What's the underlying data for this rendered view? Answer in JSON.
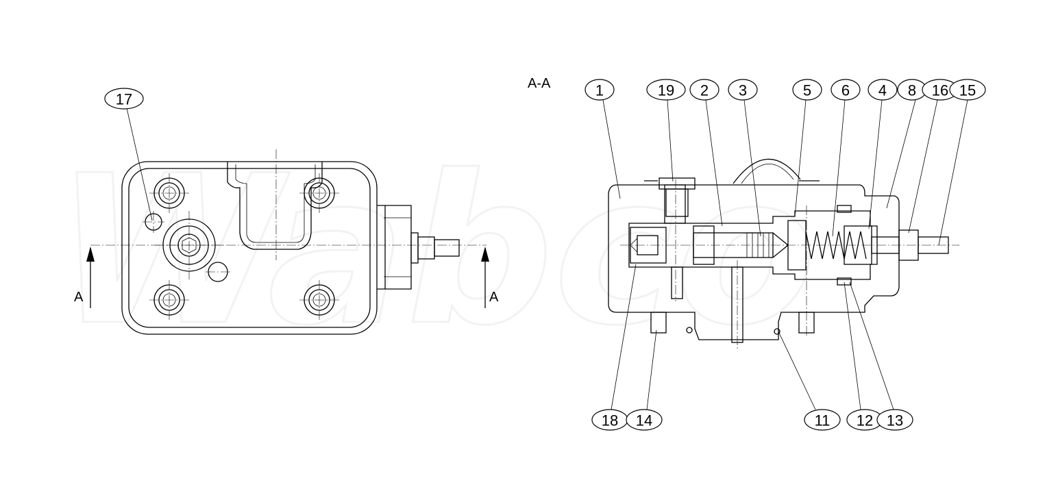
{
  "section_label": "A-A",
  "cut_line_labels": [
    "A",
    "A"
  ],
  "watermark": "Wabco",
  "balloons": [
    "17",
    "1",
    "19",
    "2",
    "3",
    "5",
    "6",
    "4",
    "8",
    "16",
    "15",
    "18",
    "14",
    "11",
    "12",
    "13"
  ]
}
